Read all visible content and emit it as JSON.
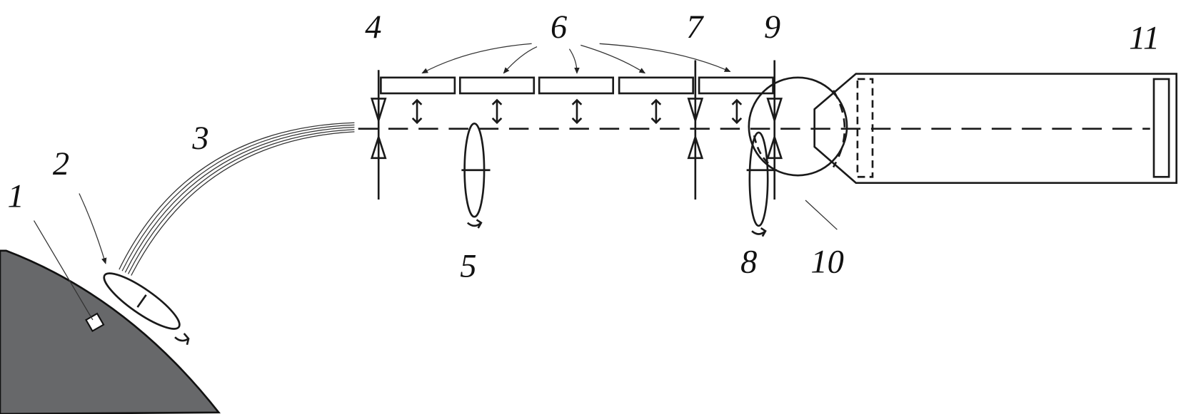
{
  "labels": {
    "l1": "1",
    "l2": "2",
    "l3": "3",
    "l4": "4",
    "l5": "5",
    "l6": "6",
    "l7": "7",
    "l8": "8",
    "l9": "9",
    "l10": "10",
    "l11": "11"
  },
  "colors": {
    "planet": "#67686a",
    "ink": "#1a1a1a"
  }
}
